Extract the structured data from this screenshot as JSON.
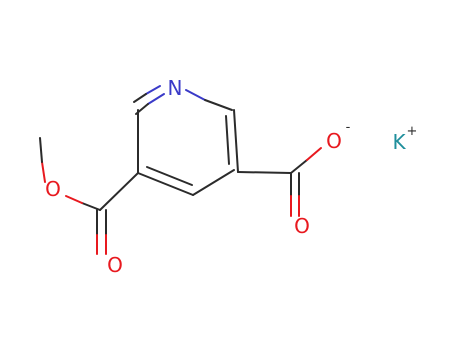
{
  "molecule": {
    "atoms": {
      "nitrogen": "N",
      "carboxylate_oxygen": "O",
      "carboxylate_charge": "-",
      "carboxylate_carbonyl_oxygen": "O",
      "ester_ether_oxygen": "O",
      "ester_carbonyl_oxygen": "O",
      "potassium": "K",
      "potassium_charge": "+"
    },
    "colors": {
      "nitrogen": "#3a3ac8",
      "oxygen": "#e8191f",
      "potassium": "#1f8f9c",
      "carbon_bond": "#2b2b2b",
      "charge": "#2b2b2b"
    }
  }
}
